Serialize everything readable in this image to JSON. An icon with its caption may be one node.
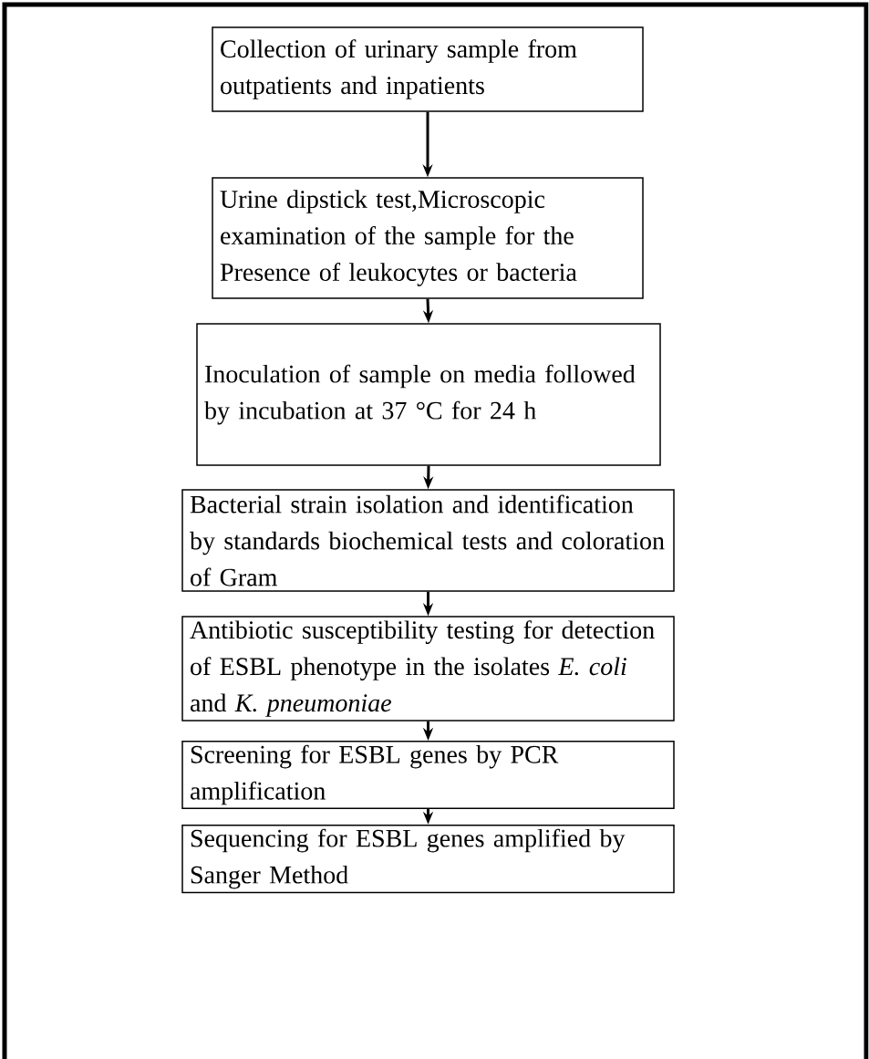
{
  "diagram": {
    "nodes": [
      {
        "text": [
          "Collection of urinary sample from outpatients and inpatients"
        ]
      },
      {
        "text": [
          "Urine dipstick test,Microscopic examination of the sample for the Presence of leukocytes or bacteria"
        ]
      },
      {
        "text": [
          "Inoculation of sample on media followed by incubation at 37 °C for 24 h"
        ]
      },
      {
        "text": [
          "Bacterial strain isolation and identification by standards biochemical tests and coloration of Gram"
        ]
      },
      {
        "text": [
          "Antibiotic susceptibility testing for detection of ESBL phenotype in the isolates *E. coli* and *K. pneumoniae*"
        ]
      },
      {
        "text": [
          "Screening for ESBL genes by PCR amplification"
        ]
      },
      {
        "text": [
          "Sequencing for ESBL genes amplified by Sanger Method"
        ]
      }
    ],
    "edges": [
      {
        "from": 0,
        "to": 1,
        "arrow": "to"
      },
      {
        "from": 1,
        "to": 2,
        "arrow": "to"
      },
      {
        "from": 2,
        "to": 3,
        "arrow": "to"
      },
      {
        "from": 3,
        "to": 4,
        "arrow": "to"
      },
      {
        "from": 4,
        "to": 5,
        "arrow": "to"
      },
      {
        "from": 5,
        "to": 6,
        "arrow": "to"
      }
    ]
  }
}
